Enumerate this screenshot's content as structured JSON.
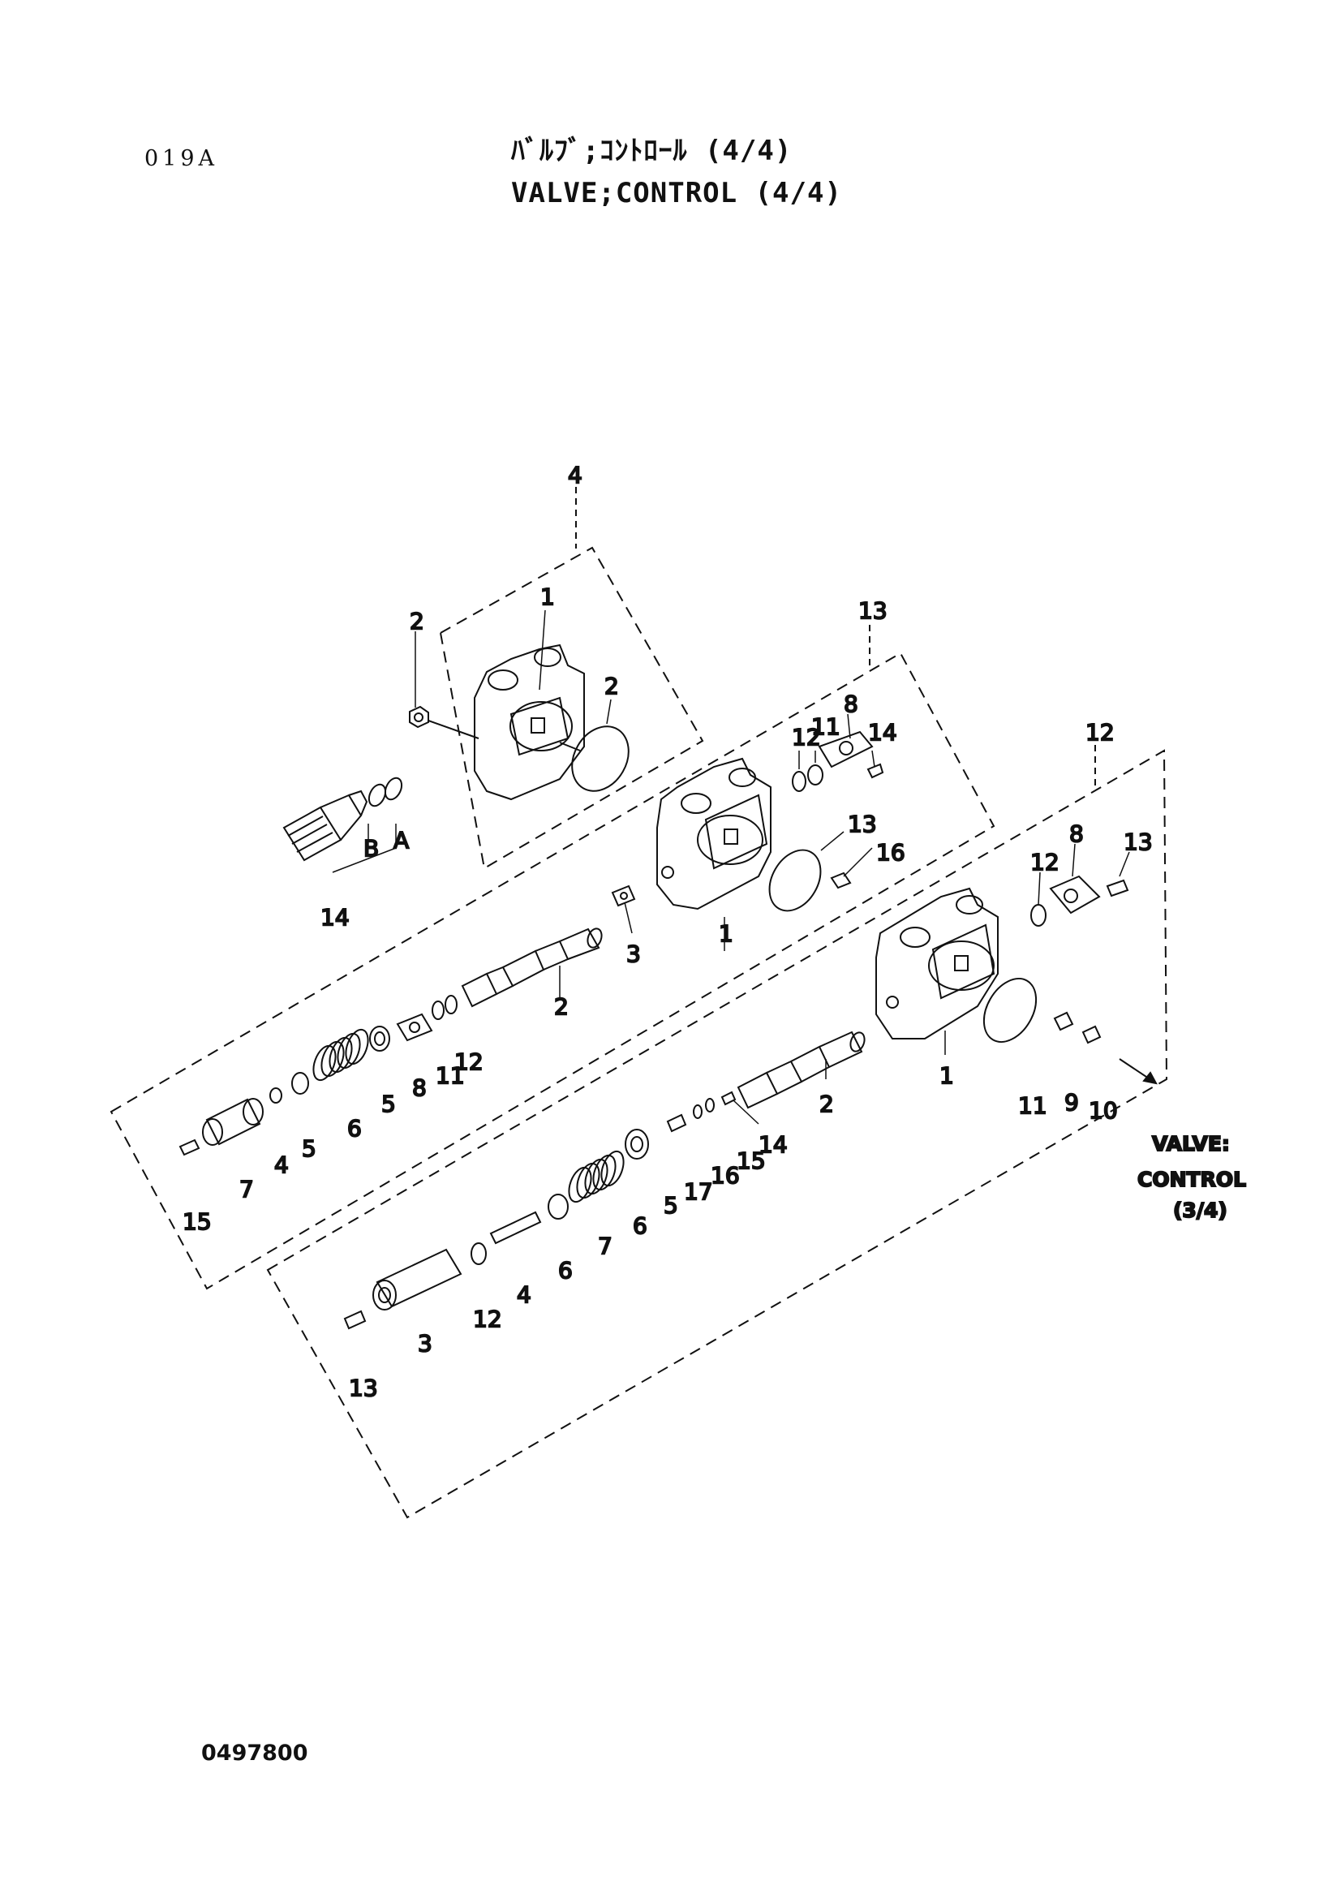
{
  "header": {
    "page_code": "019A",
    "title_jp": "ﾊﾞﾙﾌﾞ;ｺﾝﾄﾛｰﾙ (4/4)",
    "title_en": "VALVE;CONTROL (4/4)"
  },
  "footer": {
    "drawing_number": "0497800"
  },
  "reference": {
    "line1": "VALVE:",
    "line2": "CONTROL",
    "line3": "(3/4)"
  },
  "callouts": {
    "group_a": [
      "4",
      "1",
      "2",
      "2",
      "B",
      "A",
      "14"
    ],
    "group_b": [
      "13",
      "12",
      "11",
      "8",
      "14",
      "13",
      "16",
      "3",
      "1",
      "2",
      "12",
      "11",
      "8",
      "5",
      "6",
      "5",
      "4",
      "7",
      "15"
    ],
    "group_c": [
      "12",
      "12",
      "8",
      "13",
      "1",
      "2",
      "14",
      "15",
      "16",
      "17",
      "5",
      "6",
      "7",
      "6",
      "4",
      "12",
      "3",
      "13",
      "11",
      "9",
      "10"
    ]
  }
}
